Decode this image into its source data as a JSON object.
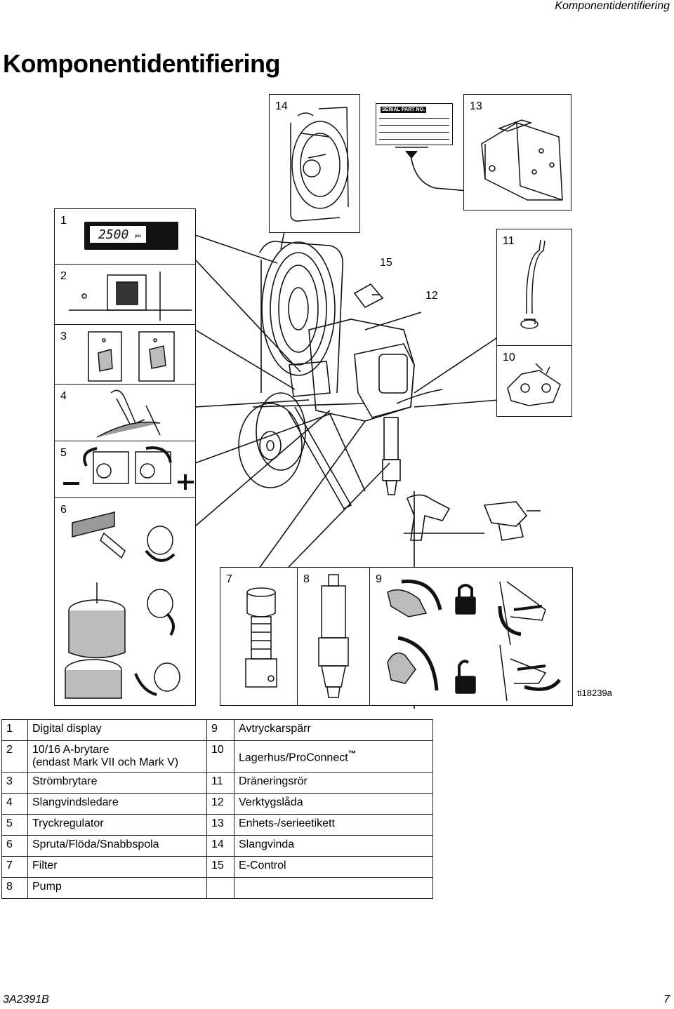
{
  "header": {
    "running_title": "Komponentidentifiering"
  },
  "page_title": "Komponentidentifiering",
  "figure": {
    "id": "ti18239a",
    "display_text": "2500",
    "display_unit": "psi",
    "label_serial": "SERIAL",
    "label_part": "PART NO.",
    "callouts": {
      "c1": "1",
      "c2": "2",
      "c3": "3",
      "c4": "4",
      "c5": "5",
      "c6": "6",
      "c7": "7",
      "c8": "8",
      "c9": "9",
      "c10": "10",
      "c11": "11",
      "c12": "12",
      "c13": "13",
      "c14": "14",
      "c15": "15"
    }
  },
  "legend": [
    {
      "num": "1",
      "label": "Digital display",
      "num2": "9",
      "label2": "Avtryckarspärr"
    },
    {
      "num": "2",
      "label": "10/16 A-brytare",
      "label_sub": "(endast Mark VII och Mark V)",
      "num2": "10",
      "label2": "Lagerhus/ProConnect",
      "label2_tm": "™"
    },
    {
      "num": "3",
      "label": "Strömbrytare",
      "num2": "11",
      "label2": "Dräneringsrör"
    },
    {
      "num": "4",
      "label": "Slangvindsledare",
      "num2": "12",
      "label2": "Verktygslåda"
    },
    {
      "num": "5",
      "label": "Tryckregulator",
      "num2": "13",
      "label2": "Enhets-/serieetikett"
    },
    {
      "num": "6",
      "label": "Spruta/Flöda/Snabbspola",
      "num2": "14",
      "label2": "Slangvinda"
    },
    {
      "num": "7",
      "label": "Filter",
      "num2": "15",
      "label2": "E-Control"
    },
    {
      "num": "8",
      "label": "Pump",
      "num2": "",
      "label2": ""
    }
  ],
  "footer": {
    "doc_number": "3A2391B",
    "page_number": "7"
  }
}
